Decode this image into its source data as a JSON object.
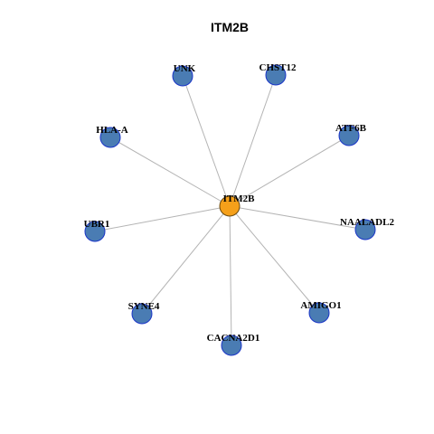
{
  "title": "ITM2B",
  "colors": {
    "hub_fill": "#f5a01a",
    "hub_stroke": "#6b4a10",
    "leaf_fill": "#4a7cb3",
    "leaf_stroke": "#1a35c8",
    "edge": "#b4b4b4"
  },
  "hub": {
    "id": "hub",
    "label": "ITM2B"
  },
  "nodes": [
    {
      "id": "unk",
      "label": "UNK"
    },
    {
      "id": "chst12",
      "label": "CHST12"
    },
    {
      "id": "hla-a",
      "label": "HLA-A"
    },
    {
      "id": "atf6b",
      "label": "ATF6B"
    },
    {
      "id": "ubr1",
      "label": "UBR1"
    },
    {
      "id": "naaladl2",
      "label": "NAALADL2"
    },
    {
      "id": "syne4",
      "label": "SYNE4"
    },
    {
      "id": "amigo1",
      "label": "AMIGO1"
    },
    {
      "id": "cacna2d1",
      "label": "CACNA2D1"
    }
  ]
}
